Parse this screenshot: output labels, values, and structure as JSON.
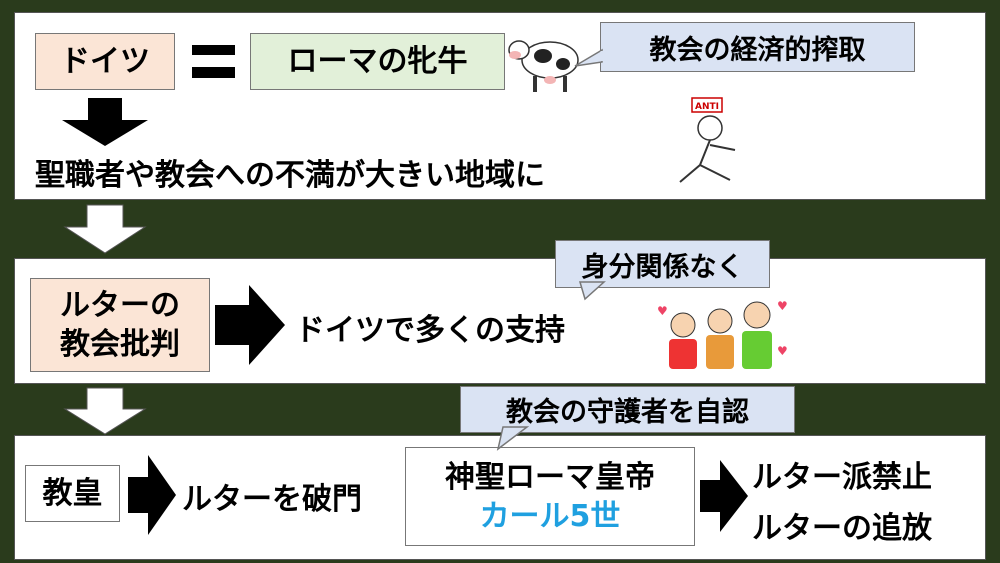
{
  "section1": {
    "germany": "ドイツ",
    "roman_cow": "ローマの牝牛",
    "callout": "教会の経済的搾取",
    "result": "聖職者や教会への不満が大きい地域に"
  },
  "section2": {
    "luther_criticism_line1": "ルターの",
    "luther_criticism_line2": "教会批判",
    "support": "ドイツで多くの支持",
    "callout": "身分関係なく"
  },
  "section3": {
    "pope": "教皇",
    "excommunication": "ルターを破門",
    "callout": "教会の守護者を自認",
    "emperor_title": "神聖ローマ皇帝",
    "emperor_name": "カール5世",
    "result_line1": "ルター派禁止",
    "result_line2": "ルターの追放"
  },
  "anti_sign": "ANTI",
  "colors": {
    "background": "#2a3b1c",
    "peach": "#fbe5d6",
    "green": "#e2f0d9",
    "callout": "#dae3f3",
    "emperor_name": "#1fa0e0"
  }
}
